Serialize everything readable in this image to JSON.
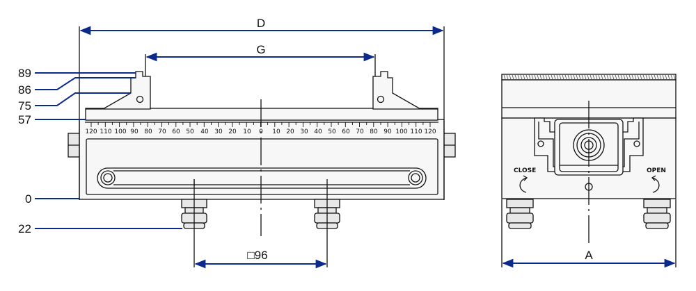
{
  "diagram": {
    "dimension_labels": {
      "D": "D",
      "G": "G",
      "A": "A",
      "pitch": "□96"
    },
    "height_labels": [
      "89",
      "86",
      "75",
      "57",
      "0",
      "22"
    ],
    "scale_left": [
      "120",
      "110",
      "100",
      "90",
      "80",
      "70",
      "60",
      "50",
      "40",
      "30",
      "20",
      "10"
    ],
    "scale_center": "0",
    "scale_right": [
      "10",
      "20",
      "30",
      "40",
      "50",
      "60",
      "70",
      "80",
      "90",
      "100",
      "110",
      "120"
    ],
    "side_view": {
      "close_label": "CLOSE",
      "open_label": "OPEN"
    },
    "colors": {
      "dimension_line": "#0b2a8a",
      "outline": "#111111"
    }
  }
}
